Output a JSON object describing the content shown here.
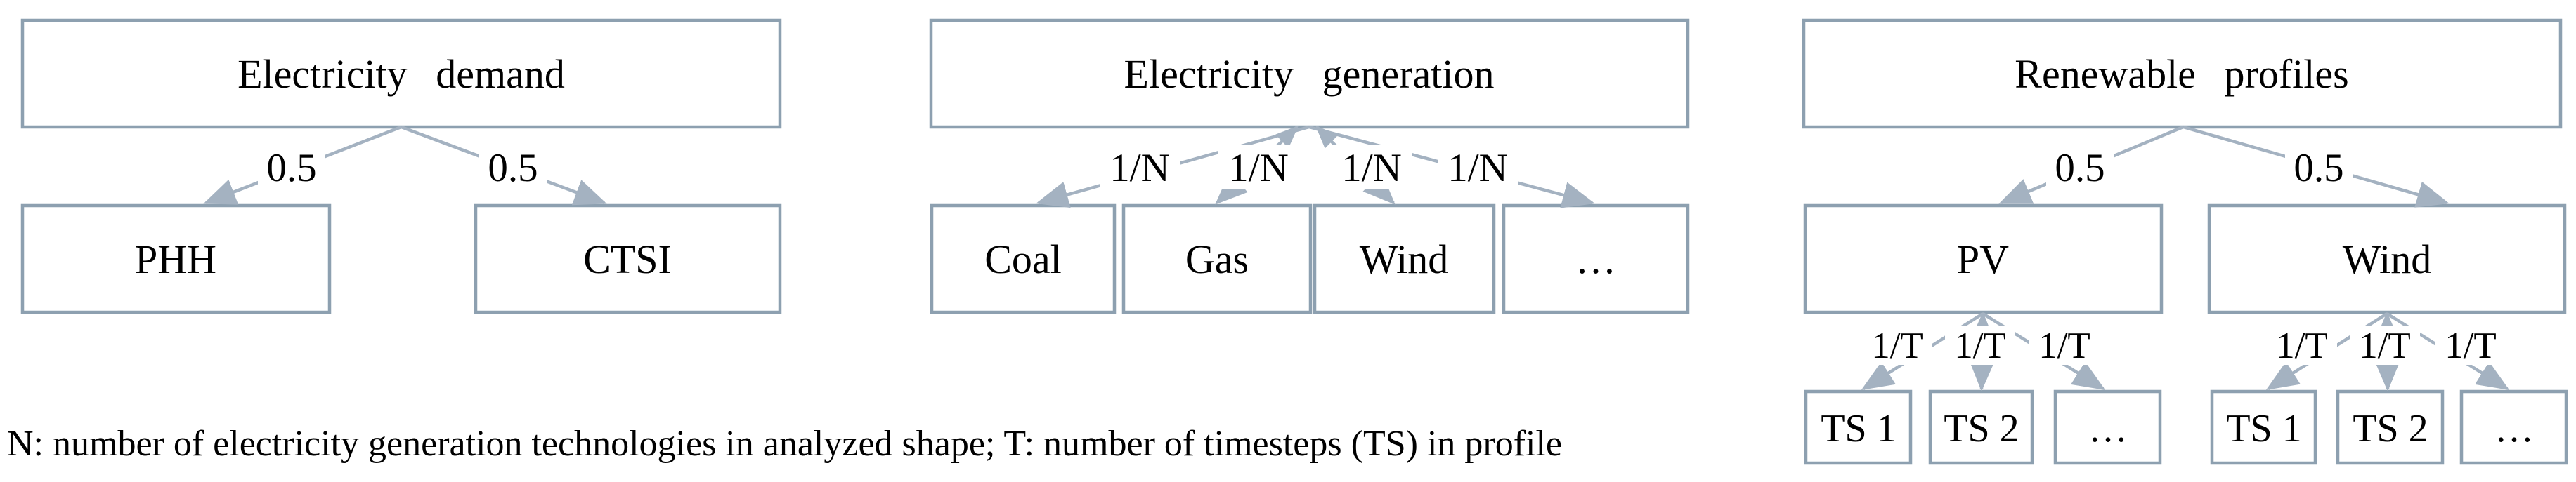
{
  "figure": {
    "caption": "N: number of electricity generation technologies in analyzed shape; T: number of timesteps (TS) in profile",
    "colors": {
      "box_border": "#8da0b0",
      "arrow": "#a4b2c1",
      "text": "#000000",
      "background": "#ffffff"
    },
    "trees": [
      {
        "root": "Electricity demand",
        "children": [
          {
            "label": "PHH",
            "weight": "0.5"
          },
          {
            "label": "CTSI",
            "weight": "0.5"
          }
        ]
      },
      {
        "root": "Electricity generation",
        "children": [
          {
            "label": "Coal",
            "weight": "1/N"
          },
          {
            "label": "Gas",
            "weight": "1/N"
          },
          {
            "label": "Wind",
            "weight": "1/N"
          },
          {
            "label": "…",
            "weight": "1/N"
          }
        ]
      },
      {
        "root": "Renewable profiles",
        "children": [
          {
            "label": "PV",
            "weight": "0.5",
            "children": [
              {
                "label": "TS 1",
                "weight": "1/T"
              },
              {
                "label": "TS 2",
                "weight": "1/T"
              },
              {
                "label": "…",
                "weight": "1/T"
              }
            ]
          },
          {
            "label": "Wind",
            "weight": "0.5",
            "children": [
              {
                "label": "TS 1",
                "weight": "1/T"
              },
              {
                "label": "TS 2",
                "weight": "1/T"
              },
              {
                "label": "…",
                "weight": "1/T"
              }
            ]
          }
        ]
      }
    ]
  }
}
